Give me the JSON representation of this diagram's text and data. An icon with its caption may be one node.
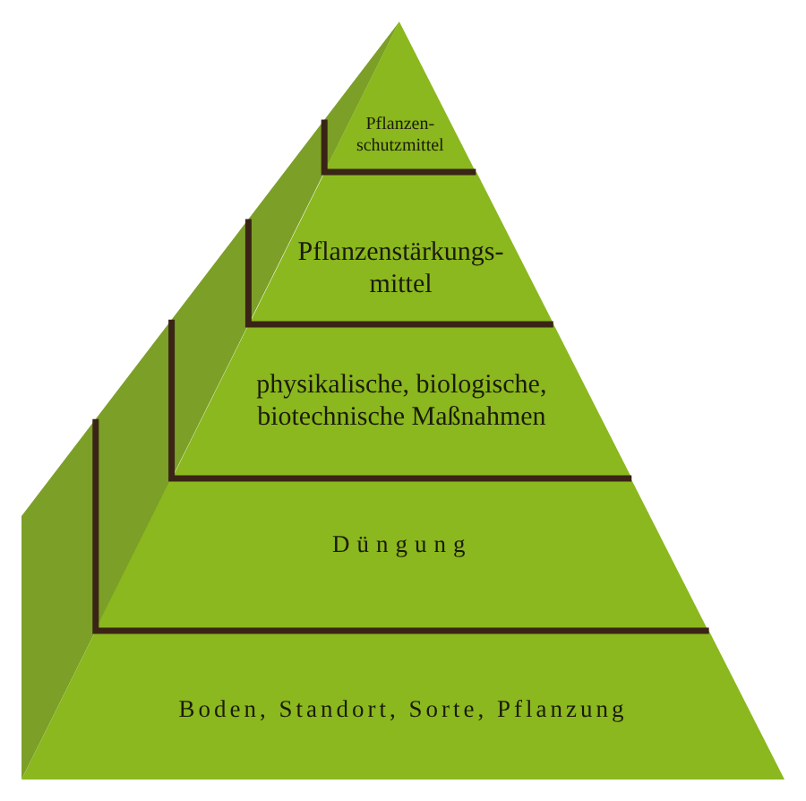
{
  "diagram": {
    "nodes": [
      {
        "text": [
          "Pflanzen- schutzmittel"
        ]
      },
      {
        "text": [
          "Pflanzenstärkungs- mittel"
        ]
      },
      {
        "text": [
          "physikalische, biologische, biotechnische Maßnahmen"
        ]
      },
      {
        "text": [
          "Düngung"
        ]
      },
      {
        "text": [
          "Boden, Standort, Sorte, Pflanzung"
        ]
      }
    ]
  }
}
